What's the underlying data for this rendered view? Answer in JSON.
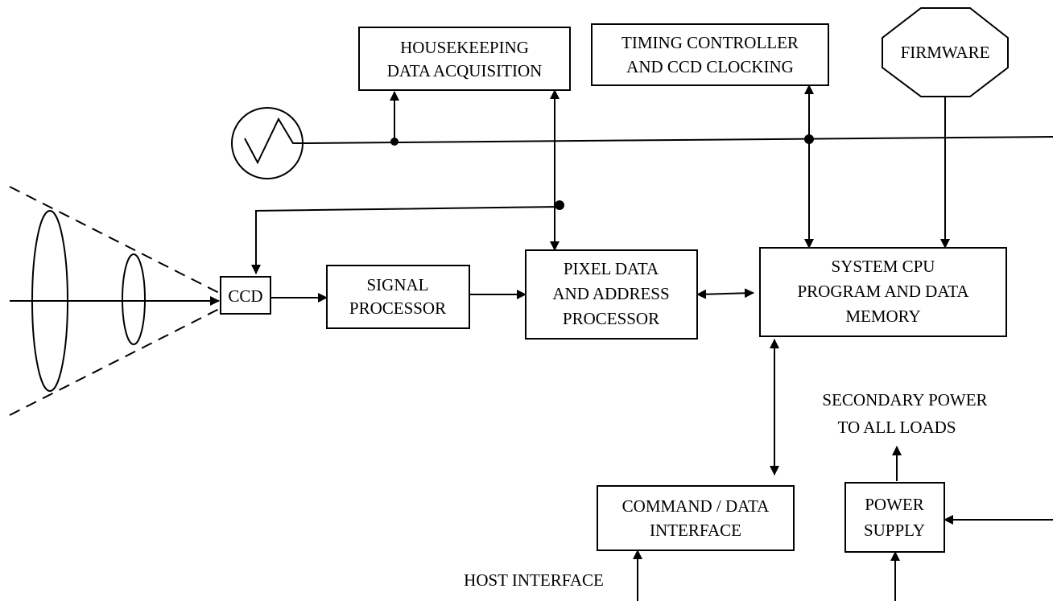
{
  "blocks": {
    "housekeeping": [
      "HOUSEKEEPING",
      "DATA ACQUISITION"
    ],
    "timing": [
      "TIMING CONTROLLER",
      "AND CCD CLOCKING"
    ],
    "firmware": [
      "FIRMWARE"
    ],
    "ccd": [
      "CCD"
    ],
    "signal_processor": [
      "SIGNAL",
      "PROCESSOR"
    ],
    "pixel_processor": [
      "PIXEL DATA",
      "AND ADDRESS",
      "PROCESSOR"
    ],
    "cpu": [
      "SYSTEM CPU",
      "PROGRAM AND DATA",
      "MEMORY"
    ],
    "command_interface": [
      "COMMAND / DATA",
      "INTERFACE"
    ],
    "power_supply": [
      "POWER",
      "SUPPLY"
    ]
  },
  "labels": {
    "secondary_power": [
      "SECONDARY POWER",
      "TO ALL LOADS"
    ],
    "host_interface": "HOST INTERFACE"
  },
  "icons": {
    "oscillator": "sine-wave-oscillator-icon",
    "optics": "lens-optics-icon"
  },
  "colors": {
    "line": "#000000",
    "background": "#ffffff"
  }
}
